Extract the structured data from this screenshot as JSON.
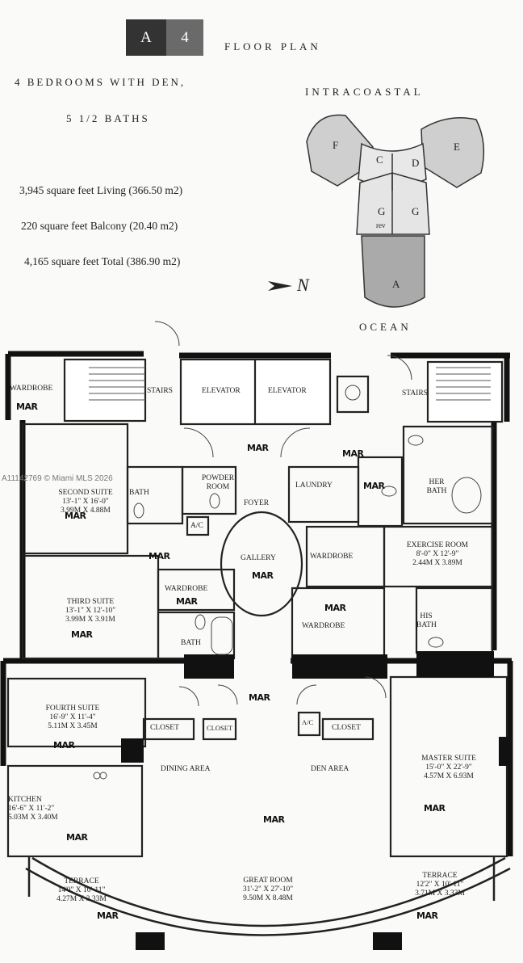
{
  "header": {
    "plan_letter": "A",
    "plan_number": "4",
    "title": "FLOOR PLAN",
    "bedrooms": "4 BEDROOMS WITH DEN,",
    "baths": "5 1/2 BATHS",
    "living": "3,945 square feet Living (366.50 m2)",
    "balcony": "220 square feet Balcony (20.40 m2)",
    "total": "4,165 square feet Total (386.90 m2)"
  },
  "keyplan": {
    "top_label": "INTRACOASTAL",
    "bottom_label": "OCEAN",
    "north": "N",
    "units": [
      "F",
      "C",
      "D",
      "E",
      "G",
      "rev",
      "G",
      "A"
    ]
  },
  "watermark": "A11142769 © Miami MLS 2026",
  "handwritten": "MAR",
  "rooms": {
    "wardrobe_tl": "WARDROBE",
    "stairs_left": "STAIRS",
    "elevator1": "ELEVATOR",
    "elevator2": "ELEVATOR",
    "stairs_right": "STAIRS",
    "second_suite": [
      "SECOND SUITE",
      "13'-1\" X 16'-0\"",
      "3.99M X 4.88M"
    ],
    "bath1": "BATH",
    "powder": [
      "POWDER",
      "ROOM"
    ],
    "ac1": "A/C",
    "foyer": "FOYER",
    "gallery": "GALLERY",
    "laundry": "LAUNDRY",
    "her_bath": [
      "HER",
      "BATH"
    ],
    "wardrobe_mid": "WARDROBE",
    "exercise": [
      "EXERCISE ROOM",
      "8'-0\" X 12'-9\"",
      "2.44M X 3.89M"
    ],
    "wardrobe_left": "WARDROBE",
    "third_suite": [
      "THIRD SUITE",
      "13'-1\" X 12'-10\"",
      "3.99M X 3.91M"
    ],
    "bath2": "BATH",
    "wardrobe_big": "WARDROBE",
    "his_bath": [
      "HIS",
      "BATH"
    ],
    "fourth_suite": [
      "FOURTH SUITE",
      "16'-9\" X 11'-4\"",
      "5.11M X 3.45M"
    ],
    "closet1": "CLOSET",
    "closet2": "CLOSET",
    "ac2": "A/C",
    "closet3": "CLOSET",
    "dining": "DINING AREA",
    "den": "DEN AREA",
    "master": [
      "MASTER SUITE",
      "15'-0\" X 22'-9\"",
      "4.57M X 6.93M"
    ],
    "kitchen": [
      "KITCHEN",
      "16'-6\" X 11'-2\"",
      "5.03M X 3.40M"
    ],
    "great_room": [
      "GREAT ROOM",
      "31'-2\" X 27'-10\"",
      "9.50M X 8.48M"
    ],
    "terrace_left": [
      "TERRACE",
      "14'0\" X 10'-11\"",
      "4.27M X 3.33M"
    ],
    "terrace_right": [
      "TERRACE",
      "12'2\" X 10'-11\"",
      "3.71M X 3.33M"
    ]
  }
}
